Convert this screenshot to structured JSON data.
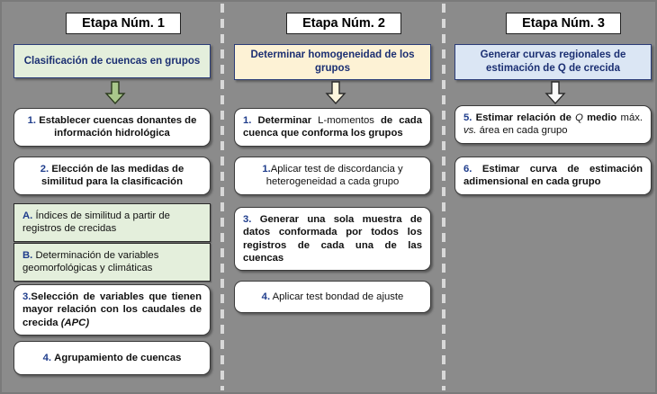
{
  "diagram": {
    "background_color": "#8b8b8b",
    "title_box_color": "#ffffff",
    "accent_number_color": "#1f3d8c",
    "header_border_color": "#2b3c78"
  },
  "columns": [
    {
      "id": "stage-1",
      "title": "Etapa Núm. 1",
      "header": {
        "text": "Clasificación  de cuencas  en grupos",
        "fill": "#e4efdc",
        "arrow_icon": "arrow-down-icon",
        "arrow_fill": "#a9c88b"
      },
      "steps": [
        {
          "num": "1.",
          "text": "Establecer cuencas donantes de información  hidrológica",
          "style": "main",
          "align": "center"
        },
        {
          "num": "2.",
          "text": "Elección de las medidas  de similitud para la clasificación",
          "style": "main",
          "align": "center"
        },
        {
          "num": "A.",
          "text": "Índices de similitud a partir de registros  de crecidas",
          "style": "sub",
          "align": "left"
        },
        {
          "num": "B.",
          "text": "Determinación  de variables geomorfológicas  y climáticas",
          "style": "sub",
          "align": "left"
        },
        {
          "num": "3.",
          "text": "Selección de variables que tienen mayor relación con los caudales de crecida ",
          "italic_suffix": "(APC)",
          "style": "main",
          "align": "justify"
        },
        {
          "num": "4.",
          "text": "Agrupamiento  de cuencas",
          "style": "main",
          "align": "center"
        }
      ]
    },
    {
      "id": "stage-2",
      "title": "Etapa Núm. 2",
      "header": {
        "text": "Determinar homogeneidad  de los grupos",
        "fill": "#fdf2d5",
        "arrow_icon": "arrow-down-icon",
        "arrow_fill": "#fdf6de"
      },
      "steps": [
        {
          "num": "1.",
          "text_bold": "Determinar ",
          "text_regular": "L-momentos ",
          "text_bold2": "de cada cuenca que conforma los grupos",
          "style": "main",
          "align": "left"
        },
        {
          "num": "1.",
          "text": "Aplicar test de discordancia y heterogeneidad  a cada grupo",
          "style": "main",
          "align": "center",
          "regular_weight": true
        },
        {
          "num": "3.",
          "text": "Generar una sola muestra de datos conformada por todos los registros  de cada una de las cuencas",
          "style": "main",
          "align": "justify"
        },
        {
          "num": "4.",
          "text": "Aplicar test bondad de ajuste",
          "style": "main",
          "align": "center",
          "regular_weight": true
        }
      ]
    },
    {
      "id": "stage-3",
      "title": "Etapa Núm. 3",
      "header": {
        "text_part1": "Generar curvas regionales de estimación  de ",
        "text_italic": "Q",
        "text_part2": " de crecida",
        "fill": "#dbe6f4",
        "arrow_icon": "arrow-down-icon",
        "arrow_fill": "#fbfbfb"
      },
      "steps": [
        {
          "num": "5.",
          "text_bold": "Estimar relación de ",
          "text_italic": "Q",
          "text_bold2": " medio",
          "text_line2_regular": "máx. ",
          "text_line2_italic": "vs.",
          "text_line2_regular2": " área en cada grupo",
          "style": "main",
          "align": "left"
        },
        {
          "num": "6.",
          "text": "Estimar curva de estimación adimensional en cada grupo",
          "style": "main",
          "align": "left"
        }
      ]
    }
  ]
}
